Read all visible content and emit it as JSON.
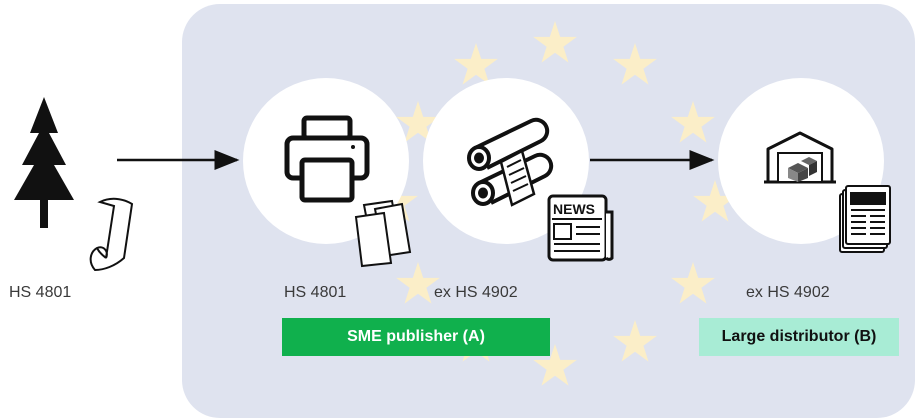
{
  "colors": {
    "panel_background": "#dfe3ef",
    "stars": "#fbeec8",
    "circles": "#ffffff",
    "sme_box": "#10b04d",
    "distributor_box": "#a8ecd5",
    "icons": "#111111"
  },
  "icons": {
    "forest": "tree-icon",
    "raw_paper": "paper-scroll-icon",
    "printer": "printer-icon",
    "loose_paper": "paper-sheets-icon",
    "rolls": "paper-rolls-icon",
    "news": "newspaper-icon",
    "warehouse": "warehouse-icon",
    "stacked_paper": "stacked-newspaper-icon"
  },
  "labels": {
    "left_code": "HS 4801",
    "publisher_in_code": "HS 4801",
    "publisher_out_code": "ex HS 4902",
    "distributor_code": "ex HS 4902",
    "newspaper_masthead": "NEWS"
  },
  "actors": {
    "sme_publisher": "SME publisher (A)",
    "large_distributor": "Large distributor (B)"
  }
}
